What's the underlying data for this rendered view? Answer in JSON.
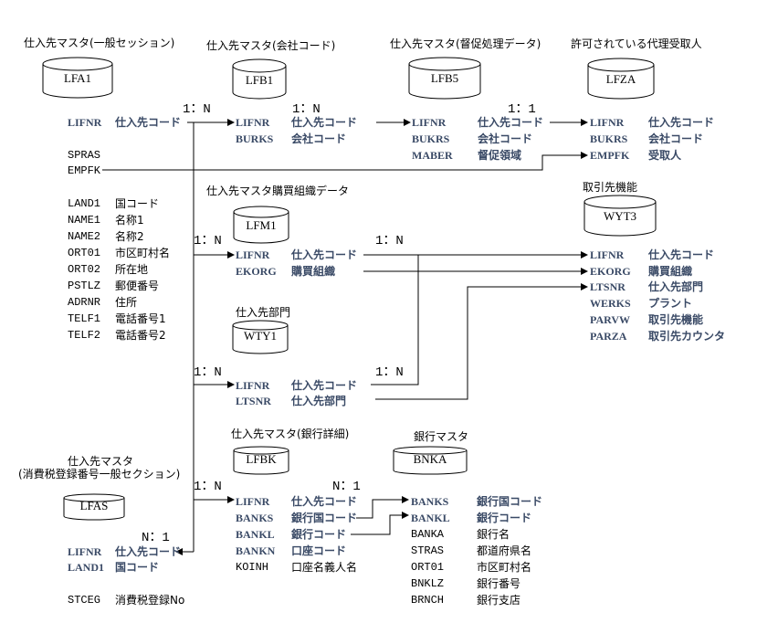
{
  "tables": {
    "lfa1": {
      "title": "仕入先マスタ(一般セッション)",
      "name": "LFA1",
      "fields": [
        {
          "name": "LIFNR",
          "desc": "仕入先コード",
          "key": true
        },
        {
          "name": "SPRAS",
          "desc": "",
          "key": false
        },
        {
          "name": "EMPFK",
          "desc": "",
          "key": false
        },
        {
          "name": "LAND1",
          "desc": "国コード",
          "key": false
        },
        {
          "name": "NAME1",
          "desc": "名称1",
          "key": false
        },
        {
          "name": "NAME2",
          "desc": "名称2",
          "key": false
        },
        {
          "name": "ORT01",
          "desc": "市区町村名",
          "key": false
        },
        {
          "name": "ORT02",
          "desc": "所在地",
          "key": false
        },
        {
          "name": "PSTLZ",
          "desc": "郵便番号",
          "key": false
        },
        {
          "name": "ADRNR",
          "desc": "住所",
          "key": false
        },
        {
          "name": "TELF1",
          "desc": "電話番号1",
          "key": false
        },
        {
          "name": "TELF2",
          "desc": "電話番号2",
          "key": false
        }
      ]
    },
    "lfb1": {
      "title": "仕入先マスタ(会社コード)",
      "name": "LFB1",
      "fields": [
        {
          "name": "LIFNR",
          "desc": "仕入先コード",
          "key": true
        },
        {
          "name": "BURKS",
          "desc": "会社コード",
          "key": true
        }
      ]
    },
    "lfb5": {
      "title": "仕入先マスタ(督促処理データ)",
      "name": "LFB5",
      "fields": [
        {
          "name": "LIFNR",
          "desc": "仕入先コード",
          "key": true
        },
        {
          "name": "BUKRS",
          "desc": "会社コード",
          "key": true
        },
        {
          "name": "MABER",
          "desc": "督促領域",
          "key": true
        }
      ]
    },
    "lfza": {
      "title": "許可されている代理受取人",
      "name": "LFZA",
      "fields": [
        {
          "name": "LIFNR",
          "desc": "仕入先コード",
          "key": true
        },
        {
          "name": "BUKRS",
          "desc": "会社コード",
          "key": true
        },
        {
          "name": "EMPFK",
          "desc": "受取人",
          "key": true
        }
      ]
    },
    "lfm1": {
      "title": "仕入先マスタ購買組織データ",
      "name": "LFM1",
      "fields": [
        {
          "name": "LIFNR",
          "desc": "仕入先コード",
          "key": true
        },
        {
          "name": "EKORG",
          "desc": "購買組織",
          "key": true
        }
      ]
    },
    "wyt3": {
      "title": "取引先機能",
      "name": "WYT3",
      "fields": [
        {
          "name": "LIFNR",
          "desc": "仕入先コード",
          "key": true
        },
        {
          "name": "EKORG",
          "desc": "購買組織",
          "key": true
        },
        {
          "name": "LTSNR",
          "desc": "仕入先部門",
          "key": true
        },
        {
          "name": "WERKS",
          "desc": "プラント",
          "key": true
        },
        {
          "name": "PARVW",
          "desc": "取引先機能",
          "key": true
        },
        {
          "name": "PARZA",
          "desc": "取引先カウンタ",
          "key": true
        }
      ]
    },
    "wty1": {
      "title": "仕入先部門",
      "name": "WTY1",
      "fields": [
        {
          "name": "LIFNR",
          "desc": "仕入先コード",
          "key": true
        },
        {
          "name": "LTSNR",
          "desc": "仕入先部門",
          "key": true
        }
      ]
    },
    "lfbk": {
      "title": "仕入先マスタ(銀行詳細)",
      "name": "LFBK",
      "fields": [
        {
          "name": "LIFNR",
          "desc": "仕入先コード",
          "key": true
        },
        {
          "name": "BANKS",
          "desc": "銀行国コード",
          "key": true
        },
        {
          "name": "BANKL",
          "desc": "銀行コード",
          "key": true
        },
        {
          "name": "BANKN",
          "desc": "口座コード",
          "key": true
        },
        {
          "name": "KOINH",
          "desc": "口座名義人名",
          "key": false
        }
      ]
    },
    "bnka": {
      "title": "銀行マスタ",
      "name": "BNKA",
      "fields": [
        {
          "name": "BANKS",
          "desc": "銀行国コード",
          "key": true
        },
        {
          "name": "BANKL",
          "desc": "銀行コード",
          "key": true
        },
        {
          "name": "BANKA",
          "desc": "銀行名",
          "key": false
        },
        {
          "name": "STRAS",
          "desc": "都道府県名",
          "key": false
        },
        {
          "name": "ORT01",
          "desc": "市区町村名",
          "key": false
        },
        {
          "name": "BNKLZ",
          "desc": "銀行番号",
          "key": false
        },
        {
          "name": "BRNCH",
          "desc": "銀行支店",
          "key": false
        }
      ]
    },
    "lfas": {
      "title_line1": "仕入先マスタ",
      "title_line2": "(消費税登録番号一般セクション)",
      "name": "LFAS",
      "fields": [
        {
          "name": "LIFNR",
          "desc": "仕入先コード",
          "key": true
        },
        {
          "name": "LAND1",
          "desc": "国コード",
          "key": true
        },
        {
          "name": "STCEG",
          "desc": "消費税登録No",
          "key": false
        }
      ]
    }
  },
  "cardinalities": {
    "lfa1_lfb1": "1：N",
    "lfb1_lfb5": "1：N",
    "lfb5_lfza": "1：1",
    "lfa1_lfm1": "1：N",
    "lfm1_wyt3": "1：N",
    "lfa1_wty1": "1：N",
    "wty1_wyt3": "1：N",
    "lfa1_lfbk": "1：N",
    "lfbk_bnka": "N：1",
    "lfa1_lfas": "N：1"
  },
  "colors": {
    "key_field": "#3a4a66",
    "line": "#000000"
  }
}
